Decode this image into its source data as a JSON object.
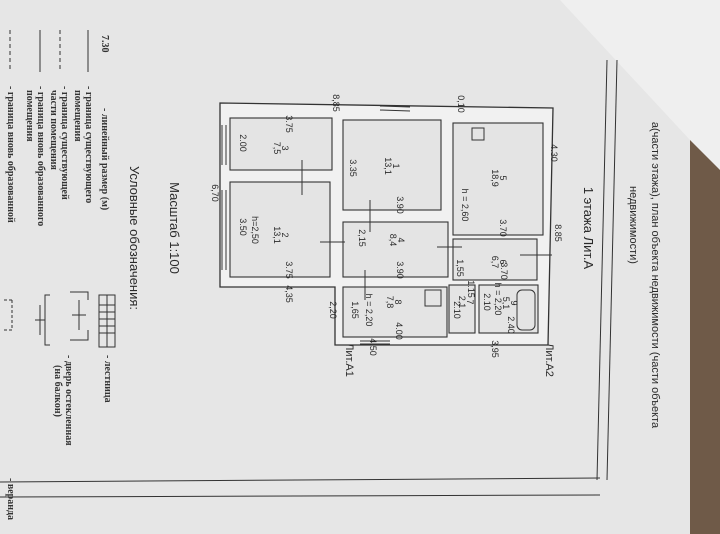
{
  "header": {
    "line1": "а(части этажа), план объекта недвижимости (части объекта",
    "line2": "недвижимости)",
    "floor_title": "1 этажа Лит.А",
    "lit_a2": "Лит.А2",
    "lit_a1": "Лит.А1"
  },
  "plan": {
    "rooms": [
      {
        "number": "3",
        "area": "7,5"
      },
      {
        "number": "2",
        "area": "13,1"
      },
      {
        "number": "1",
        "area": "13,1"
      },
      {
        "number": "4",
        "area": "8,4"
      },
      {
        "number": "5",
        "area": "18,9"
      },
      {
        "number": "6",
        "area": "6,7"
      },
      {
        "number": "7",
        "area": "2,1"
      },
      {
        "number": "8",
        "area": "7,8"
      },
      {
        "number": "9",
        "area": "5,1"
      }
    ],
    "dimensions": [
      "8,85",
      "0,10",
      "3.75",
      "2.00",
      "6,70",
      "3.50",
      "h=2,50",
      "3.75",
      "4,35",
      "3.35",
      "3.90",
      "2,15",
      "3.90",
      "h = 2,60",
      "4.30",
      "8.85",
      "3.70",
      "1,55",
      "3.70",
      "1.15",
      "2.10",
      "h = 2,20",
      "2.10",
      "2.40",
      "3,95",
      "4.50",
      "4.00",
      "h = 2,20",
      "1,65",
      "2,20"
    ]
  },
  "legend": {
    "scale": "Масштаб 1:100",
    "title": "Условные обозначения:",
    "sample_dim": "7.30",
    "items": [
      {
        "lines": [
          "- линейный размер (м)"
        ]
      },
      {
        "lines": [
          "- граница существующего",
          "помещения"
        ]
      },
      {
        "lines": [
          "- граница существующей",
          "части помещения"
        ]
      },
      {
        "lines": [
          "- граница вновь образованного",
          "помещения"
        ]
      },
      {
        "lines": [
          "- граница вновь образованной"
        ]
      }
    ],
    "right_items": [
      {
        "lines": [
          "- лестница"
        ]
      },
      {
        "lines": [
          "- дверь остекленная",
          "(на балкон)"
        ]
      },
      {
        "lines": [
          "- веранда"
        ]
      }
    ]
  }
}
